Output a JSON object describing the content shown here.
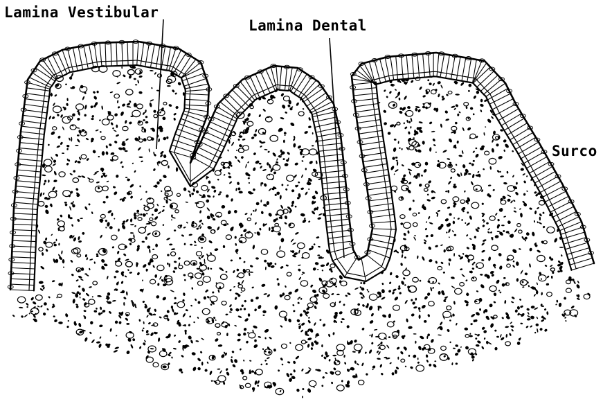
{
  "labels": {
    "lamina_vestibular": "Lamina Vestibular",
    "lamina_dental": "Lamina Dental",
    "surco": "Surco"
  },
  "colors": {
    "ink": "#000000",
    "background": "#ffffff"
  }
}
